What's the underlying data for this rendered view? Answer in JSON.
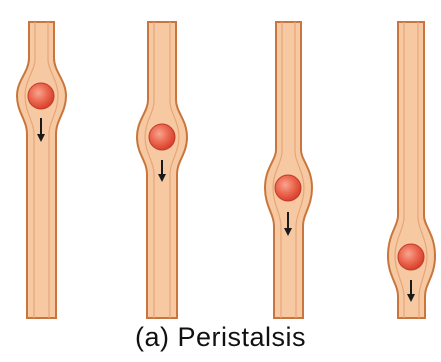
{
  "caption": "(a) Peristalsis",
  "stages": [
    1,
    2,
    3,
    4
  ],
  "colors": {
    "tube_fill": "#f6c9a2",
    "tube_outline": "#c8763e",
    "tube_highlight": "#fbe2cc",
    "bolus_fill": "#e8503a",
    "bolus_highlight": "#f8a58f",
    "bolus_outline": "#c23a28",
    "arrow": "#1a1a1a",
    "caption_text": "#111111"
  }
}
